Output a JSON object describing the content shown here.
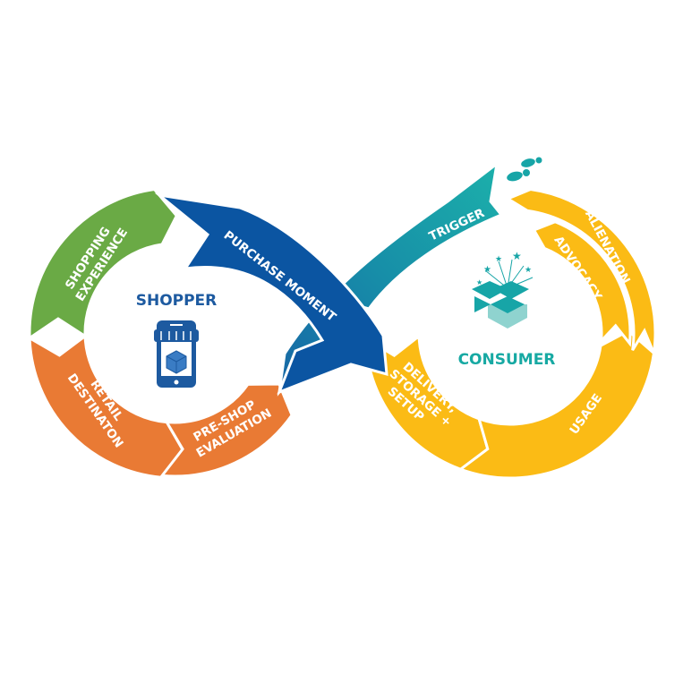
{
  "shopper_loop": {
    "title": "SHOPPER",
    "icon": "mobile-store-icon",
    "stages": {
      "shopping_experience": [
        "SHOPPING",
        "EXPERIENCE"
      ],
      "purchase_moment": "PURCHASE MOMENT",
      "retail_destination": [
        "RETAIL",
        "DESTINATON"
      ],
      "pre_shop_evaluation": [
        "PRE-SHOP",
        "EVALUATION"
      ]
    }
  },
  "consumer_loop": {
    "title": "CONSUMER",
    "icon": "open-box-fireworks-icon",
    "stages": {
      "trigger": "TRIGGER",
      "alienation": "ALIENATION",
      "advocacy": "ADVOCACY",
      "usage": "USAGE",
      "delivery": [
        "DELIVERY,",
        "STORAGE +",
        "SETUP"
      ]
    }
  },
  "colors": {
    "green": "#6aaa45",
    "orange": "#e97a34",
    "blue": "#0b55a2",
    "teal": "#17a5a7",
    "yellow": "#fbbb15"
  }
}
